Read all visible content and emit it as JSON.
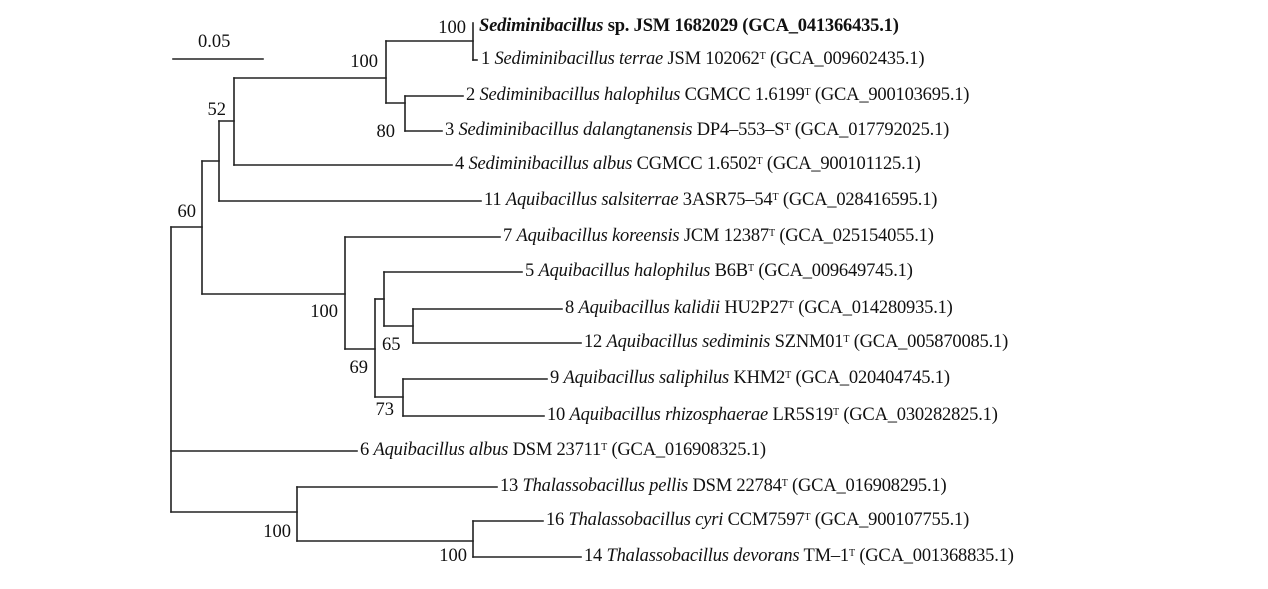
{
  "scale_bar": {
    "label": "0.05"
  },
  "query_strain": {
    "genus": "Sediminibacillus",
    "rest": "sp. JSM 1682029 (GCA_041366435.1)"
  },
  "leaves": [
    {
      "num": "1",
      "species": "Sediminibacillus terrae",
      "strain": "JSM 102062",
      "sup": "T",
      "acc": "(GCA_009602435.1)"
    },
    {
      "num": "2",
      "species": "Sediminibacillus halophilus",
      "strain": "CGMCC 1.6199",
      "sup": "T",
      "acc": "(GCA_900103695.1)"
    },
    {
      "num": "3",
      "species": "Sediminibacillus dalangtanensis",
      "strain": "DP4–553–S",
      "sup": "T",
      "acc": "(GCA_017792025.1)"
    },
    {
      "num": "4",
      "species": "Sediminibacillus albus",
      "strain": "CGMCC 1.6502",
      "sup": "T",
      "acc": "(GCA_900101125.1)"
    },
    {
      "num": "11",
      "species": "Aquibacillus salsiterrae",
      "strain": "3ASR75–54",
      "sup": "T",
      "acc": "(GCA_028416595.1)"
    },
    {
      "num": "7",
      "species": "Aquibacillus koreensis",
      "strain": "JCM 12387",
      "sup": "T",
      "acc": "(GCA_025154055.1)"
    },
    {
      "num": "5",
      "species": "Aquibacillus halophilus",
      "strain": "B6B",
      "sup": "T",
      "acc": "(GCA_009649745.1)"
    },
    {
      "num": "8",
      "species": "Aquibacillus kalidii",
      "strain": "HU2P27",
      "sup": "T",
      "acc": "(GCA_014280935.1)"
    },
    {
      "num": "12",
      "species": "Aquibacillus sediminis",
      "strain": "SZNM01",
      "sup": "T",
      "acc": "(GCA_005870085.1)"
    },
    {
      "num": "9",
      "species": "Aquibacillus saliphilus",
      "strain": "KHM2",
      "sup": "T",
      "acc": "(GCA_020404745.1)"
    },
    {
      "num": "10",
      "species": "Aquibacillus rhizosphaerae",
      "strain": "LR5S19",
      "sup": "T",
      "acc": "(GCA_030282825.1)"
    },
    {
      "num": "6",
      "species": "Aquibacillus albus",
      "strain": "DSM 23711",
      "sup": "T",
      "acc": "(GCA_016908325.1)"
    },
    {
      "num": "13",
      "species": "Thalassobacillus pellis",
      "strain": "DSM 22784",
      "sup": "T",
      "acc": "(GCA_016908295.1)"
    },
    {
      "num": "16",
      "species": "Thalassobacillus cyri",
      "strain": "CCM7597",
      "sup": "T",
      "acc": "(GCA_900107755.1)"
    },
    {
      "num": "14",
      "species": "Thalassobacillus devorans",
      "strain": "TM–1",
      "sup": "T",
      "acc": "(GCA_001368835.1)"
    }
  ],
  "bootstrap": [
    "100",
    "100",
    "80",
    "52",
    "60",
    "100",
    "69",
    "65",
    "73",
    "100",
    "100"
  ],
  "colors": {
    "line": "#222222",
    "text": "#111111"
  }
}
